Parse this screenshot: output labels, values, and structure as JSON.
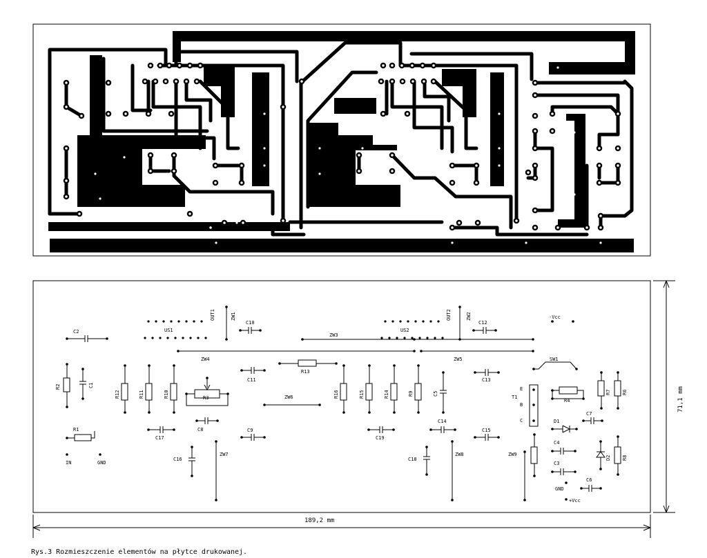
{
  "caption": "Rys.3 Rozmieszczenie elementów na płytce drukowanej.",
  "dimensions": {
    "width": "189,2 mm",
    "height": "71,1 mm"
  },
  "components": {
    "C1": "C1",
    "C2": "C2",
    "C3": "C3",
    "C4": "C4",
    "C5": "C5",
    "C6": "C6",
    "C7": "C7",
    "C8": "C8",
    "C9": "C9",
    "C10": "C10",
    "C11": "C11",
    "C12": "C12",
    "C13": "C13",
    "C14": "C14",
    "C15": "C15",
    "C16": "C16",
    "C17": "C17",
    "C18": "C18",
    "C19": "C19",
    "R1": "R1",
    "R2": "R2",
    "R3": "R3",
    "R4": "R4",
    "R7": "R7",
    "R8": "R8",
    "R6": "R6",
    "R9": "R9",
    "R10": "R10",
    "R11": "R11",
    "R12": "R12",
    "R13": "R13",
    "R14": "R14",
    "R15": "R15",
    "R16": "R16",
    "ZW1": "ZW1",
    "ZW2": "ZW2",
    "ZW3": "ZW3",
    "ZW4": "ZW4",
    "ZW5": "ZW5",
    "ZW6": "ZW6",
    "ZW7": "ZW7",
    "ZW8": "ZW8",
    "ZW9": "ZW9",
    "US1": "US1",
    "US2": "US2",
    "OUT1": "OUT1",
    "OUT2": "OUT2",
    "T1": "T1",
    "E": "E",
    "B": "B",
    "C": "C",
    "SW1": "SW1",
    "D1": "D1",
    "D2": "D2",
    "IN": "IN",
    "GND": "GND",
    "GND2": "GND",
    "VCC_NEG": "-Vcc",
    "VCC_POS": "+Vcc"
  },
  "colors": {
    "copper": "#000000",
    "board": "#ffffff",
    "outline": "#000000"
  }
}
